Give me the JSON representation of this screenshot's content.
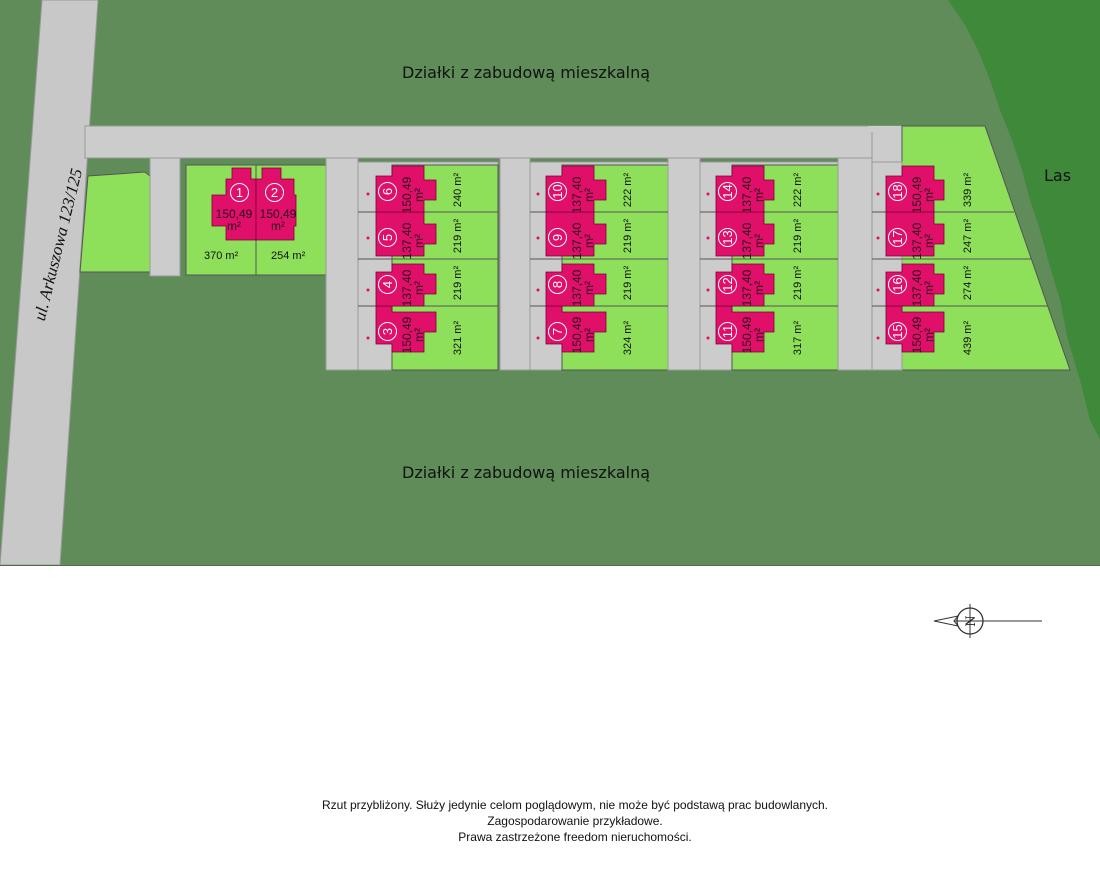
{
  "zones": {
    "top_label": "Działki z zabudową mieszkalną",
    "bottom_label": "Działki z zabudową mieszkalną",
    "forest_label": "Las",
    "street_label": "ul. Arkuszowa 123/125"
  },
  "plots": [
    {
      "id": "1",
      "house_area": "150,49",
      "unit": "m²",
      "plot_area": "370 m²"
    },
    {
      "id": "2",
      "house_area": "150,49",
      "unit": "m²",
      "plot_area": "254 m²"
    },
    {
      "id": "3",
      "house_area": "150,49",
      "unit": "m²",
      "plot_area": "321 m²"
    },
    {
      "id": "4",
      "house_area": "137,40",
      "unit": "m²",
      "plot_area": "219 m²"
    },
    {
      "id": "5",
      "house_area": "137,40",
      "unit": "m²",
      "plot_area": "219 m²"
    },
    {
      "id": "6",
      "house_area": "150,49",
      "unit": "m²",
      "plot_area": "240 m²"
    },
    {
      "id": "7",
      "house_area": "150,49",
      "unit": "m²",
      "plot_area": "324 m²"
    },
    {
      "id": "8",
      "house_area": "137,40",
      "unit": "m²",
      "plot_area": "219 m²"
    },
    {
      "id": "9",
      "house_area": "137,40",
      "unit": "m²",
      "plot_area": "219 m²"
    },
    {
      "id": "10",
      "house_area": "137,40",
      "unit": "m²",
      "plot_area": "222 m²"
    },
    {
      "id": "11",
      "house_area": "150,49",
      "unit": "m²",
      "plot_area": "317 m²"
    },
    {
      "id": "12",
      "house_area": "137,40",
      "unit": "m²",
      "plot_area": "219 m²"
    },
    {
      "id": "13",
      "house_area": "137,40",
      "unit": "m²",
      "plot_area": "219 m²"
    },
    {
      "id": "14",
      "house_area": "137,40",
      "unit": "m²",
      "plot_area": "222 m²"
    },
    {
      "id": "15",
      "house_area": "150,49",
      "unit": "m²",
      "plot_area": "439 m²"
    },
    {
      "id": "16",
      "house_area": "137,40",
      "unit": "m²",
      "plot_area": "274 m²"
    },
    {
      "id": "17",
      "house_area": "137,40",
      "unit": "m²",
      "plot_area": "247 m²"
    },
    {
      "id": "18",
      "house_area": "150,49",
      "unit": "m²",
      "plot_area": "339 m²"
    }
  ],
  "compass": {
    "icon": "north-arrow-icon",
    "letter": "N"
  },
  "footer": {
    "line1": "Rzut przybliżony. Służy jedynie celom poglądowym, nie może być podstawą prac budowlanych.",
    "line2": "Zagospodarowanie przykładowe.",
    "line3": "Prawa zastrzeżone freedom nieruchomości."
  },
  "colors": {
    "background": "#5f8c59",
    "plot_green": "#8ee05a",
    "forest": "#3f8a3a",
    "road": "#cccccc",
    "house": "#e0106a",
    "text": "#111111"
  }
}
